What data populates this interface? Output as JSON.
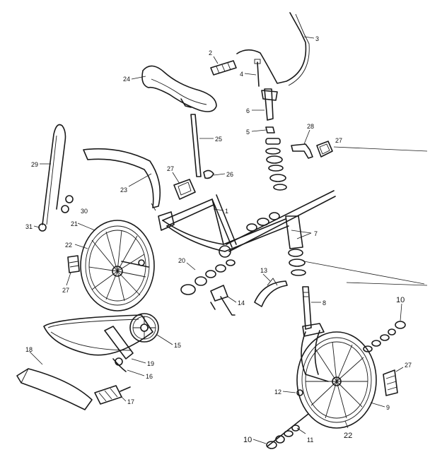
{
  "diagram": {
    "type": "exploded-parts-diagram",
    "ink_color": "#1a1a1a",
    "background_color": "#ffffff",
    "callouts": [
      {
        "id": "c3",
        "label": "3"
      },
      {
        "id": "c2",
        "label": "2"
      },
      {
        "id": "c4",
        "label": "4"
      },
      {
        "id": "c24",
        "label": "24"
      },
      {
        "id": "c6",
        "label": "6"
      },
      {
        "id": "c5",
        "label": "5"
      },
      {
        "id": "c28",
        "label": "28"
      },
      {
        "id": "c27a",
        "label": "27"
      },
      {
        "id": "c25",
        "label": "25"
      },
      {
        "id": "c29",
        "label": "29"
      },
      {
        "id": "c27b",
        "label": "27"
      },
      {
        "id": "c26",
        "label": "26"
      },
      {
        "id": "c23",
        "label": "23"
      },
      {
        "id": "c30",
        "label": "30"
      },
      {
        "id": "c1",
        "label": "1"
      },
      {
        "id": "c31",
        "label": "31"
      },
      {
        "id": "c21",
        "label": "21"
      },
      {
        "id": "c7",
        "label": "7"
      },
      {
        "id": "c22a",
        "label": "22"
      },
      {
        "id": "c20",
        "label": "20"
      },
      {
        "id": "c13",
        "label": "13"
      },
      {
        "id": "c27c",
        "label": "27"
      },
      {
        "id": "c14",
        "label": "14"
      },
      {
        "id": "c8",
        "label": "8"
      },
      {
        "id": "c10a",
        "label": "10"
      },
      {
        "id": "c15",
        "label": "15"
      },
      {
        "id": "c18",
        "label": "18"
      },
      {
        "id": "c19",
        "label": "19"
      },
      {
        "id": "c16",
        "label": "16"
      },
      {
        "id": "c27d",
        "label": "27"
      },
      {
        "id": "c12",
        "label": "12"
      },
      {
        "id": "c17",
        "label": "17"
      },
      {
        "id": "c9",
        "label": "9"
      },
      {
        "id": "c22b",
        "label": "22"
      },
      {
        "id": "c10b",
        "label": "10"
      },
      {
        "id": "c11",
        "label": "11"
      }
    ]
  }
}
